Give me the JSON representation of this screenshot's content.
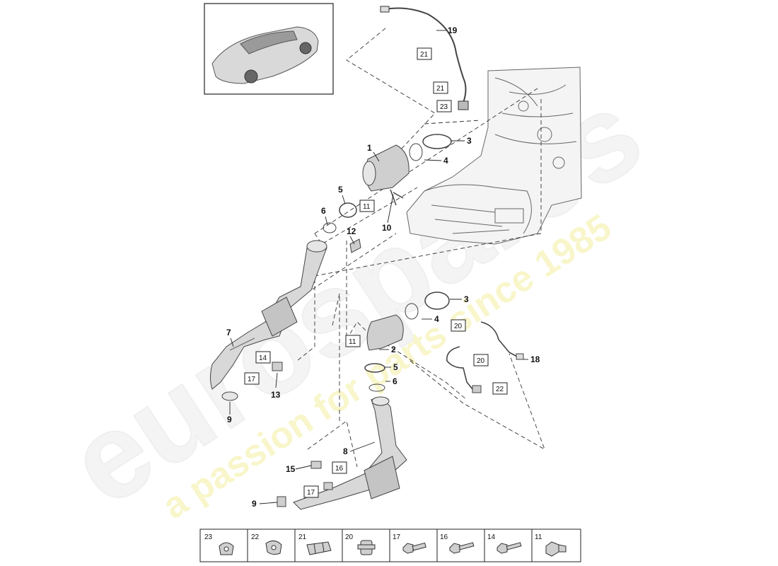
{
  "watermark": {
    "brand": "eurospares",
    "tagline": "a passion for parts since 1985"
  },
  "callouts": {
    "n1": "1",
    "n2": "2",
    "n3a": "3",
    "n3b": "3",
    "n4a": "4",
    "n4b": "4",
    "n5a": "5",
    "n5b": "5",
    "n6a": "6",
    "n6b": "6",
    "n7": "7",
    "n8": "8",
    "n9a": "9",
    "n9b": "9",
    "n10": "10",
    "n12": "12",
    "n13": "13",
    "n15": "15",
    "n18": "18",
    "n19": "19"
  },
  "boxed_callouts": {
    "b21a": "21",
    "b21b": "21",
    "b23": "23",
    "b11a": "11",
    "b11b": "11",
    "b14": "14",
    "b17a": "17",
    "b17b": "17",
    "b16": "16",
    "b20a": "20",
    "b20b": "20",
    "b22": "22"
  },
  "legend_strip": {
    "cells": [
      {
        "num": "23",
        "icon": "sensor-clip-icon"
      },
      {
        "num": "22",
        "icon": "clip-icon"
      },
      {
        "num": "21",
        "icon": "cable-holder-icon"
      },
      {
        "num": "20",
        "icon": "bracket-clip-icon"
      },
      {
        "num": "17",
        "icon": "bolt-icon"
      },
      {
        "num": "16",
        "icon": "bolt-icon"
      },
      {
        "num": "14",
        "icon": "bolt-icon"
      },
      {
        "num": "11",
        "icon": "nut-icon"
      }
    ]
  }
}
